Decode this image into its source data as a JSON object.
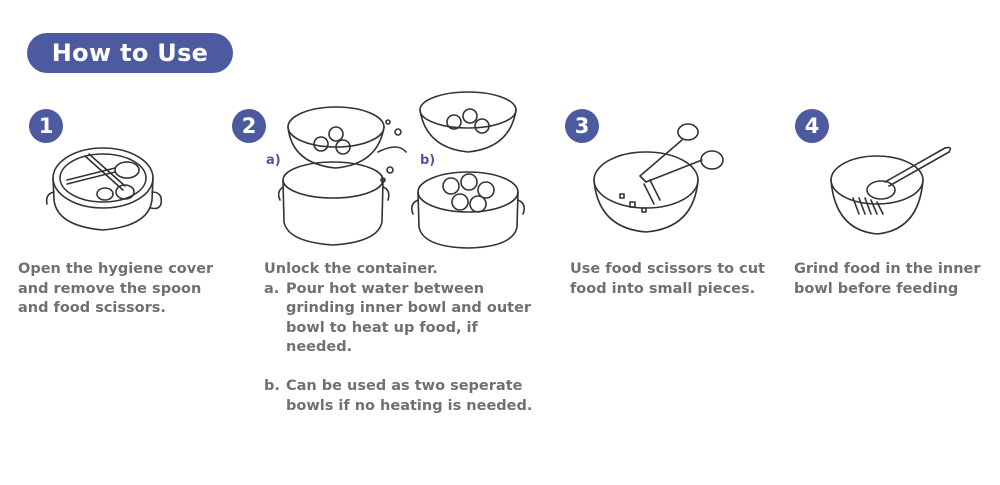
{
  "title": "How to Use",
  "colors": {
    "accent": "#4d5aa0",
    "text": "#707070",
    "line": "#333333"
  },
  "steps": [
    {
      "number": "1",
      "illustration": "container-open-with-spoon-and-scissors",
      "text": "Open the hygiene cover\nand remove the spoon\nand food scissors."
    },
    {
      "number": "2",
      "illustration": "bowls-heating-and-separate",
      "label_a": "a)",
      "label_b": "b)",
      "intro": "Unlock the container.",
      "items": [
        {
          "marker": "a.",
          "text": "Pour hot water between\ngrinding inner bowl and outer\nbowl to heat up food, if\nneeded."
        },
        {
          "marker": "b.",
          "text": "Can be used as two seperate\nbowls if no heating is needed."
        }
      ]
    },
    {
      "number": "3",
      "illustration": "scissors-cutting-food-in-bowl",
      "text": "Use food scissors to cut\nfood into small pieces."
    },
    {
      "number": "4",
      "illustration": "spoon-grinding-food-in-bowl",
      "text": "Grind food in the inner\nbowl before feeding"
    }
  ]
}
